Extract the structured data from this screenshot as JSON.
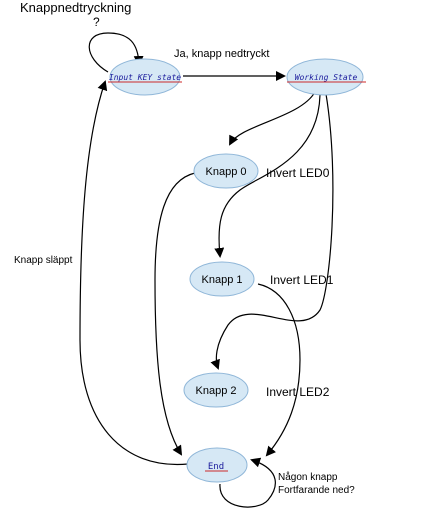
{
  "colors": {
    "node_fill": "#d6e8f5",
    "node_stroke": "#8fb6d8",
    "underline": "#cc2a2a",
    "line": "#000000"
  },
  "texts": {
    "loop_question_l1": "Knappnedtryckning",
    "loop_question_l2": "?",
    "yes_pressed": "Ja, knapp nedtryckt",
    "invert_led0": "Invert LED0",
    "invert_led1": "Invert LED1",
    "invert_led2": "Invert LED2",
    "released": "Knapp släppt",
    "any_pressed_l1": "Någon knapp",
    "any_pressed_l2": "Fortfarande ned?"
  },
  "nodes": {
    "input_key_state": "Input_KEY_state",
    "working_state": "Working_State",
    "knapp0": "Knapp 0",
    "knapp1": "Knapp 1",
    "knapp2": "Knapp 2",
    "end": "End"
  }
}
